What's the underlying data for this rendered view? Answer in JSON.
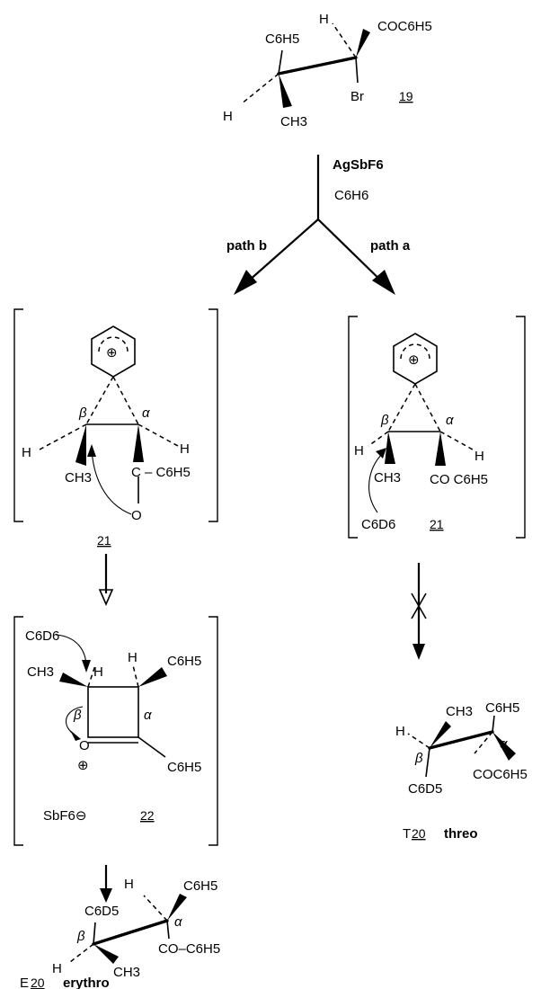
{
  "reagents": {
    "reagent": "AgSbF6",
    "solvent": "C6H6",
    "path_b": "path b",
    "path_a": "path a"
  },
  "compounds": {
    "c19": {
      "number": "19",
      "substituents": {
        "top_left": "C6H5",
        "top_right": "COC6H5",
        "h_top": "H",
        "br": "Br",
        "h_left": "H",
        "methyl": "CH3"
      }
    },
    "c21_b": {
      "number": "21",
      "labels": {
        "beta": "β",
        "alpha": "α",
        "h_left": "H",
        "h_right": "H",
        "methyl": "CH3",
        "acyl": "C – C6H5",
        "oxygen": "O",
        "ring_charge": "⊕"
      }
    },
    "c21_a": {
      "number": "21",
      "labels": {
        "beta": "β",
        "alpha": "α",
        "h_left": "H",
        "h_right": "H",
        "methyl": "CH3",
        "acyl": "CO C6H5",
        "nucleophile": "C6D6",
        "ring_charge": "⊕"
      }
    },
    "c22": {
      "number": "22",
      "labels": {
        "nucleophile": "C6D6",
        "methyl": "CH3",
        "h_left": "H",
        "h_right": "H",
        "phenyl": "C6H5",
        "beta": "β",
        "alpha": "α",
        "oxygen": "O",
        "charge": "⊕",
        "acyl": "C6H5",
        "counterion": "SbF6⊖"
      }
    },
    "t20": {
      "code": "T",
      "number": "20",
      "descriptor": "threo",
      "labels": {
        "methyl": "CH3",
        "phenyl": "C6H5",
        "h": "H",
        "beta": "β",
        "alpha": "α",
        "ester": "COC6H5",
        "deutero": "C6D5"
      }
    },
    "e20": {
      "code": "E",
      "number": "20",
      "descriptor": "erythro",
      "labels": {
        "deutero": "C6D5",
        "h_top": "H",
        "phenyl": "C6H5",
        "beta": "β",
        "alpha": "α",
        "h_left": "H",
        "methyl": "CH3",
        "ester": "CO–C6H5"
      }
    }
  }
}
